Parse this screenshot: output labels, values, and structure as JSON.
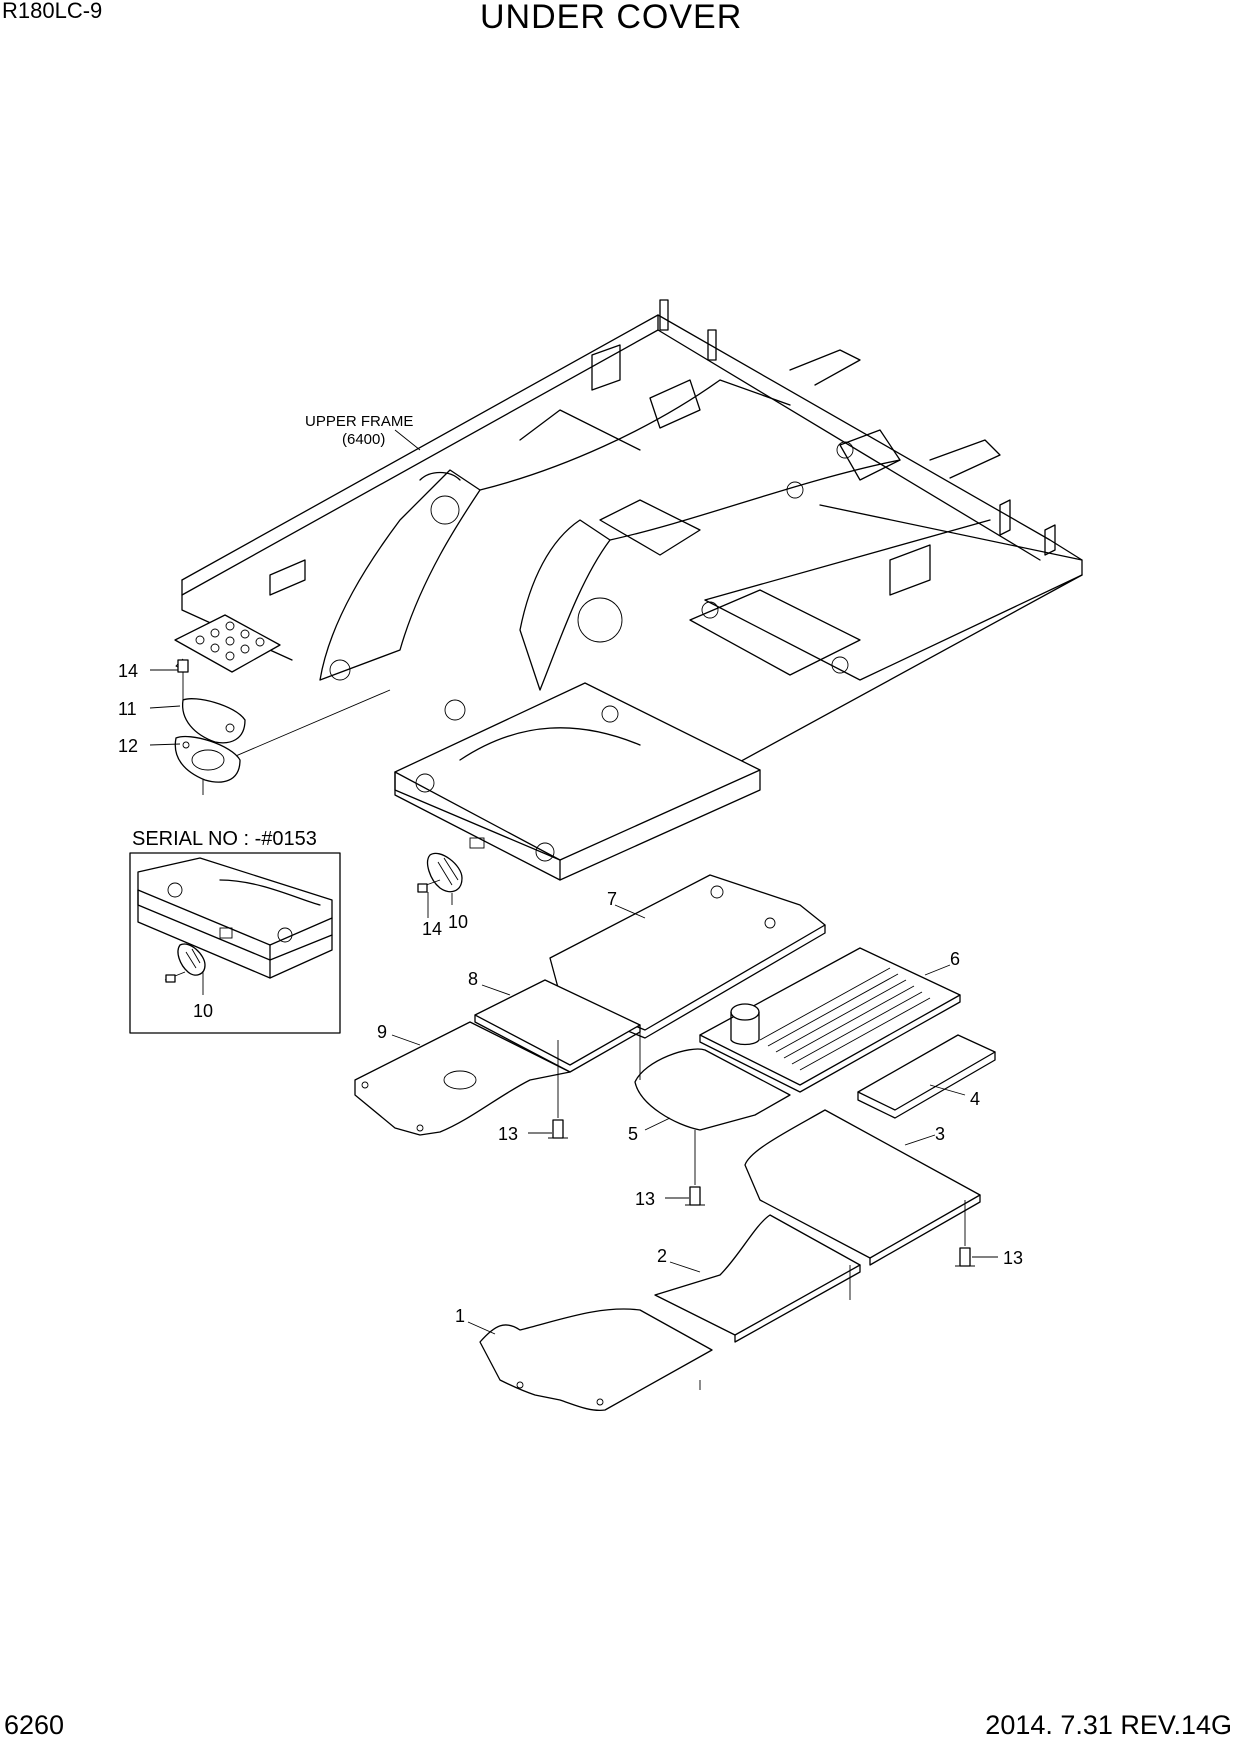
{
  "header": {
    "model": "R180LC-9",
    "title": "UNDER COVER"
  },
  "footer": {
    "page_number": "6260",
    "revision": "2014. 7.31  REV.14G"
  },
  "diagram": {
    "frame_label": "UPPER FRAME",
    "frame_ref": "(6400)",
    "inset_label": "SERIAL NO : -#0153",
    "callouts": {
      "c1": "1",
      "c2": "2",
      "c3": "3",
      "c4": "4",
      "c5": "5",
      "c6": "6",
      "c7": "7",
      "c8": "8",
      "c9": "9",
      "c10a": "10",
      "c10b": "10",
      "c11": "11",
      "c12": "12",
      "c13a": "13",
      "c13b": "13",
      "c13c": "13",
      "c14a": "14",
      "c14b": "14"
    }
  }
}
